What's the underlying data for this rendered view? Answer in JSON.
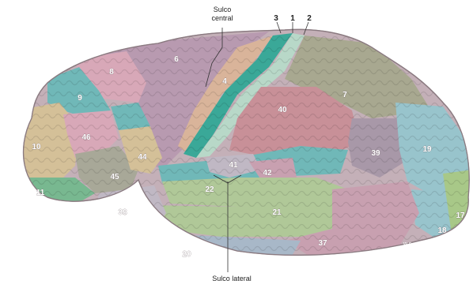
{
  "figure": {
    "labels": {
      "central_sulcus": [
        "Sulco",
        "central"
      ],
      "lateral_sulcus": "Sulco lateral"
    },
    "area_numbers": {
      "a1": "1",
      "a2": "2",
      "a3": "3",
      "a4": "4",
      "a6": "6",
      "a7": "7",
      "a8": "8",
      "a9": "9",
      "a10": "10",
      "a11": "11",
      "a17": "17",
      "a18": "18",
      "a19": "19",
      "a20": "20",
      "a21": "21",
      "a22": "22",
      "a37": "37",
      "a38": "38",
      "a39": "39",
      "a40": "40",
      "a41": "41",
      "a42": "42",
      "a44": "44",
      "a45": "45",
      "a46": "46"
    },
    "annotation": "w.c.",
    "colors": {
      "background": "#ffffff",
      "frontal_purple": "#b89ab0",
      "premotor_pink": "#d8a8b8",
      "motor_peach": "#d9b49a",
      "sensory_teal": "#3aa898",
      "sensory_light": "#b8d8c8",
      "parietal_olive": "#a8a890",
      "supramarginal_rose": "#c89098",
      "angular_mauve": "#a898a8",
      "occipital_blue": "#98c4cc",
      "visual_green": "#a8c888",
      "prefrontal_tan": "#d4c098",
      "broca_grey": "#a8a898",
      "teal_cyan": "#70b8b8",
      "temporal_green": "#b0c898",
      "temporal_rose": "#c8a0b0",
      "temporal_blue": "#a8b8c8",
      "orbital_green": "#78b890",
      "pole_lavender": "#c0b8c4"
    }
  }
}
